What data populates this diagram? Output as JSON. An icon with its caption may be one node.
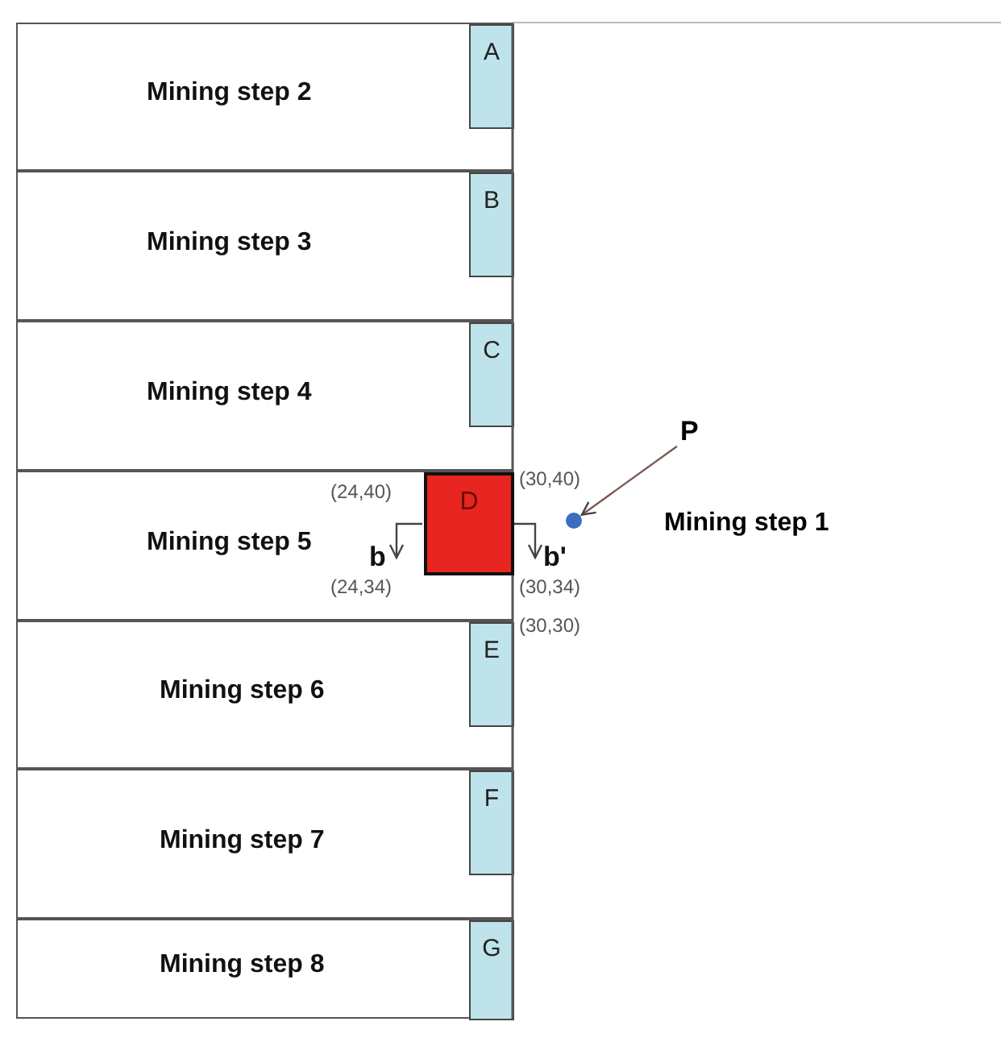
{
  "diagram": {
    "nodes": [
      {
        "text": [
          "Mining step 2"
        ]
      },
      {
        "text": [
          "A"
        ],
        "in": 0
      },
      {
        "text": [
          "Mining step 3"
        ]
      },
      {
        "text": [
          "B"
        ],
        "in": 2
      },
      {
        "text": [
          "Mining step 4"
        ]
      },
      {
        "text": [
          "C"
        ],
        "in": 4
      },
      {
        "text": [
          "Mining step 5"
        ]
      },
      {
        "text": [
          "D"
        ],
        "in": 6
      },
      {
        "text": [
          "Mining step 6"
        ]
      },
      {
        "text": [
          "E"
        ],
        "in": 8
      },
      {
        "text": [
          "Mining step 7"
        ]
      },
      {
        "text": [
          "F"
        ],
        "in": 10
      },
      {
        "text": [
          "Mining step 8"
        ]
      },
      {
        "text": [
          "G"
        ],
        "in": 12
      },
      {
        "text": [
          "P"
        ]
      },
      {
        "text": [],
        "shape": "circle"
      },
      {
        "text": [
          "Mining step 1"
        ]
      }
    ],
    "edges": [
      {
        "from": 14,
        "to": 15,
        "arrow": "to"
      }
    ],
    "labels": [
      "(24,40)",
      "(30,40)",
      "b",
      "b'",
      "(24,34)",
      "(30,34)",
      "(30,30)"
    ]
  }
}
